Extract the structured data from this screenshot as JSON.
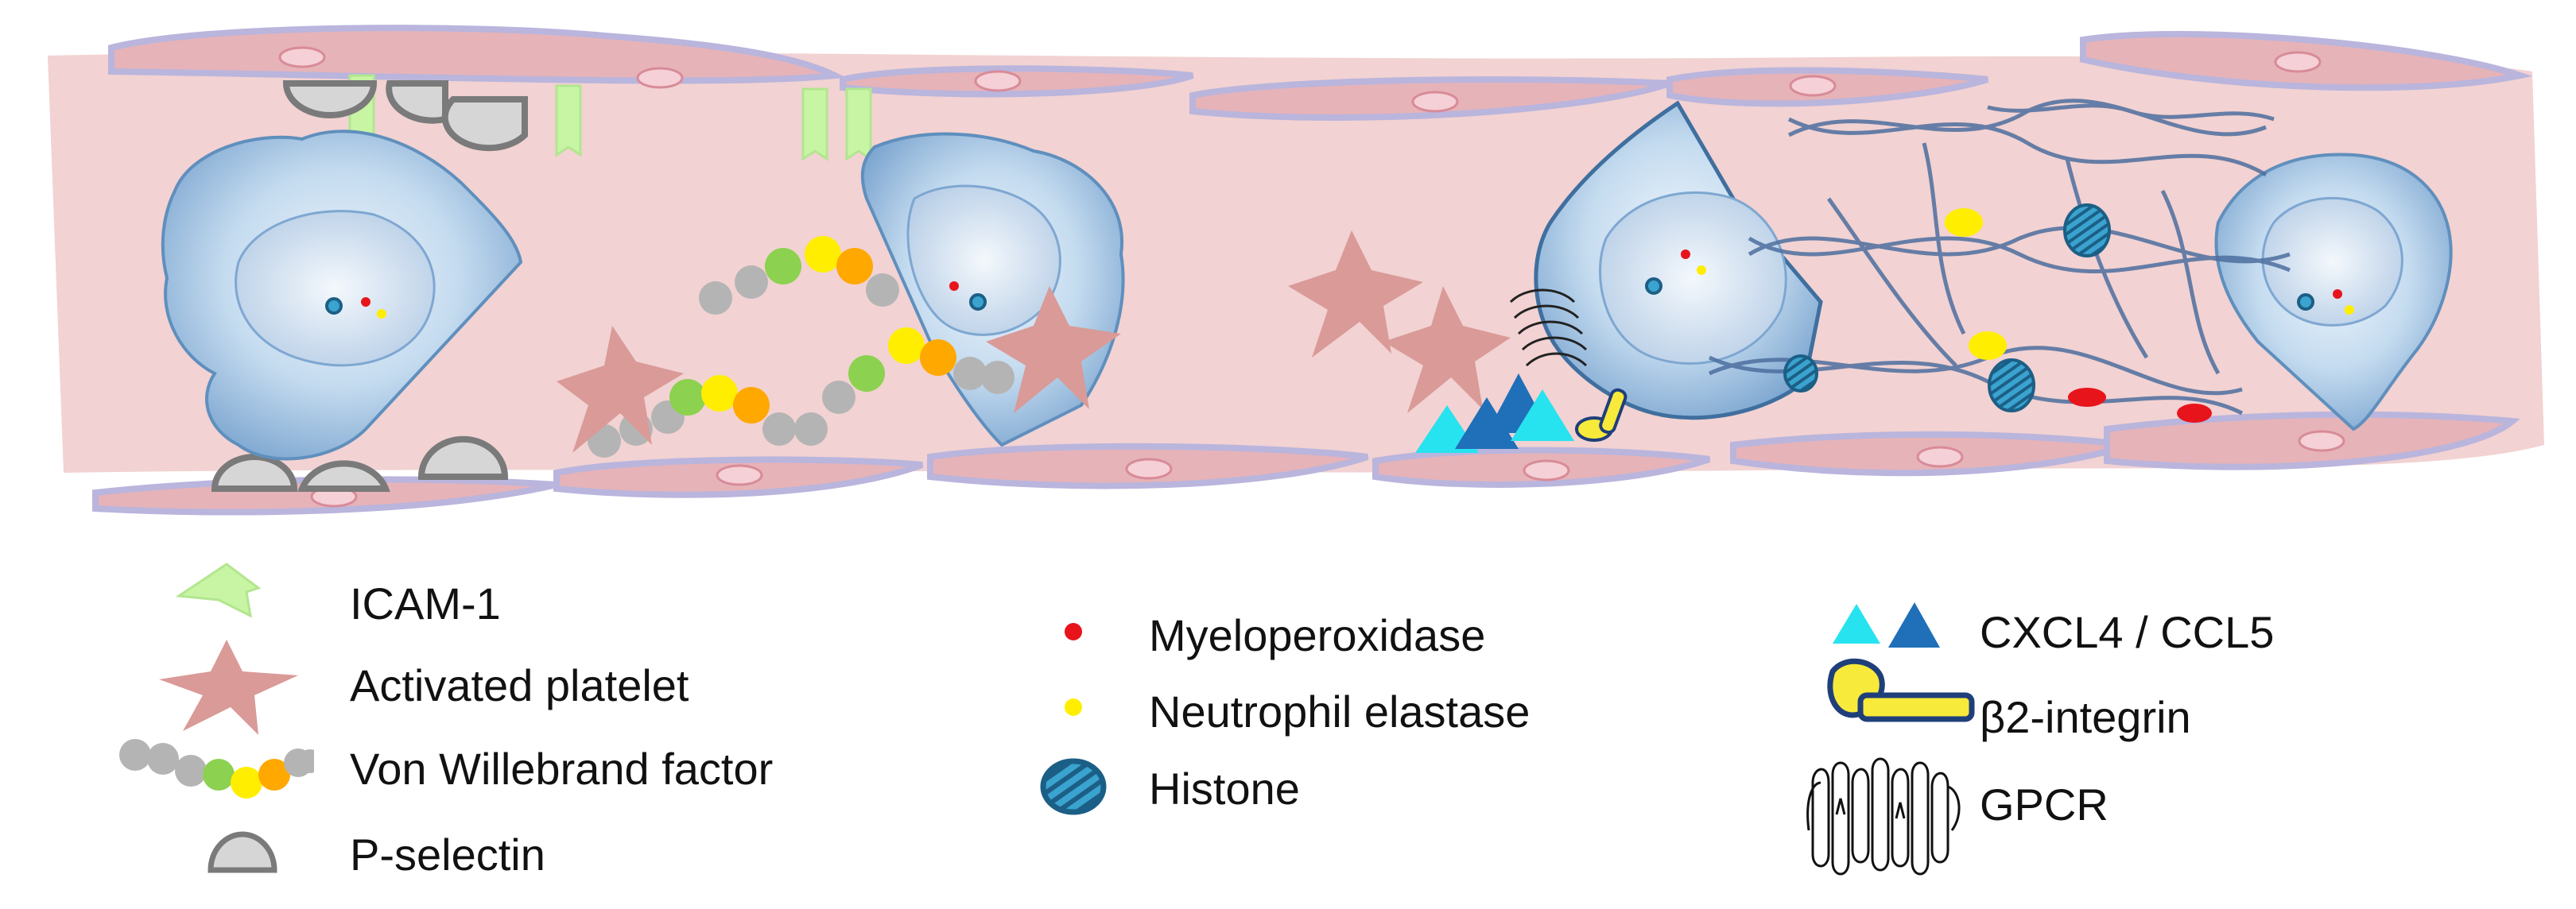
{
  "legend": {
    "icam1": "ICAM-1",
    "platelet": "Activated platelet",
    "vwf": "Von Willebrand factor",
    "pselectin": "P-selectin",
    "mpo": "Myeloperoxidase",
    "elastase": "Neutrophil elastase",
    "histone": "Histone",
    "cxcl4": "CXCL4 / CCL5",
    "integrin": "β2-integrin",
    "gpcr": "GPCR"
  },
  "colors": {
    "vessel_lumen": "#f2d2d2",
    "endothelium": "#e6b3b8",
    "endothelium_outline": "#b9b5dd",
    "icam1": "#c8f5a4",
    "platelet": "#d99a98",
    "pselectin_fill": "#d6d6d6",
    "pselectin_stroke": "#7a7a7a",
    "vwf_gray": "#b4b4b4",
    "vwf_green": "#8cd14f",
    "vwf_yellow": "#ffee00",
    "vwf_orange": "#ffa800",
    "mpo": "#e8141c",
    "elastase": "#ffee00",
    "histone": "#3aa3cf",
    "cxcl4_light": "#27e3ef",
    "ccl5_dark": "#1f6fb9",
    "integrin": "#f7ea3a",
    "neutrophil": "#a9c8e6",
    "net_dna": "#4d6f9f"
  }
}
